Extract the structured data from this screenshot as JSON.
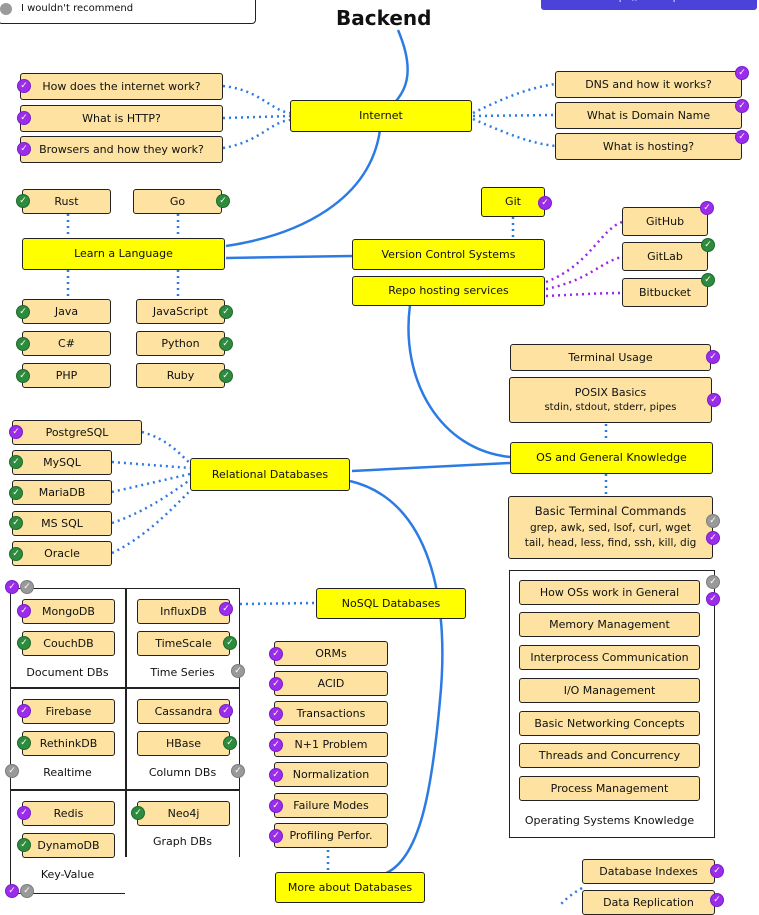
{
  "header": {
    "title": "Backend",
    "legend_item": "I wouldn't recommend",
    "top_button": "https://roadmap.sh"
  },
  "colors": {
    "main": "#ffff00",
    "sub": "#fde2a1",
    "line": "#2c7be5",
    "purple": "#9b2dea",
    "green": "#2e8b3d",
    "grey": "#9a9a9a"
  },
  "nodes": {
    "internet": "Internet",
    "how_internet": "How does the internet work?",
    "what_http": "What is HTTP?",
    "browsers": "Browsers and how they work?",
    "dns": "DNS and how it works?",
    "domain": "What is Domain Name",
    "hosting": "What is hosting?",
    "learn_lang": "Learn a Language",
    "rust": "Rust",
    "go": "Go",
    "java": "Java",
    "javascript": "JavaScript",
    "csharp": "C#",
    "python": "Python",
    "php": "PHP",
    "ruby": "Ruby",
    "git": "Git",
    "vcs": "Version Control Systems",
    "repo_hosting": "Repo hosting services",
    "github": "GitHub",
    "gitlab": "GitLab",
    "bitbucket": "Bitbucket",
    "terminal_usage": "Terminal Usage",
    "posix_title": "POSIX Basics",
    "posix_sub": "stdin, stdout, stderr, pipes",
    "os_general": "OS and General Knowledge",
    "btc_title": "Basic Terminal Commands",
    "btc_line1": "grep, awk, sed, lsof, curl, wget",
    "btc_line2": "tail, head, less, find, ssh, kill, dig",
    "os_work": "How OSs work in General",
    "memory": "Memory Management",
    "ipc": "Interprocess Communication",
    "io": "I/O Management",
    "networking": "Basic Networking Concepts",
    "threads": "Threads and Concurrency",
    "process": "Process Management",
    "os_knowledge": "Operating Systems Knowledge",
    "relational": "Relational Databases",
    "postgres": "PostgreSQL",
    "mysql": "MySQL",
    "mariadb": "MariaDB",
    "mssql": "MS SQL",
    "oracle": "Oracle",
    "nosql": "NoSQL Databases",
    "mongodb": "MongoDB",
    "couchdb": "CouchDB",
    "document_dbs": "Document DBs",
    "influxdb": "InfluxDB",
    "timescale": "TimeScale",
    "time_series": "Time Series",
    "firebase": "Firebase",
    "rethinkdb": "RethinkDB",
    "realtime": "Realtime",
    "cassandra": "Cassandra",
    "hbase": "HBase",
    "column_dbs": "Column DBs",
    "redis": "Redis",
    "dynamodb": "DynamoDB",
    "key_value": "Key-Value",
    "neo4j": "Neo4j",
    "graph_dbs": "Graph DBs",
    "orms": "ORMs",
    "acid": "ACID",
    "transactions": "Transactions",
    "n1": "N+1 Problem",
    "normalization": "Normalization",
    "failure": "Failure Modes",
    "profiling": "Profiling Perfor.",
    "more_db": "More about Databases",
    "db_indexes": "Database Indexes",
    "replication": "Data Replication"
  }
}
